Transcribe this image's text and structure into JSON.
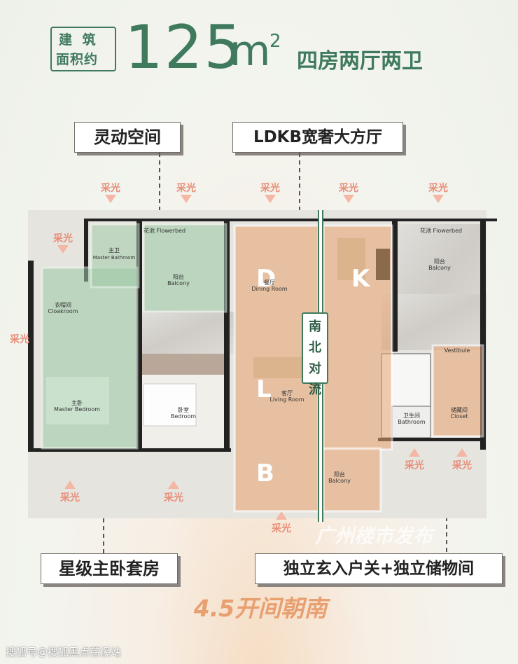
{
  "header": {
    "label_line1": "建 筑",
    "label_line2": "面积约",
    "area": "125",
    "unit": "m",
    "unit_sup": "2",
    "layout": "四房两厅两卫"
  },
  "callouts": {
    "flexible_space": "灵动空间",
    "ldkb": "LDKB宽奢大方厅",
    "master_suite": "星级主卧套房",
    "entrance": "独立玄入户关+独立储物间",
    "crossflow": "南北对流"
  },
  "light_label": "采光",
  "zones": {
    "d": "D",
    "k": "K",
    "l": "L",
    "b": "B"
  },
  "rooms": {
    "master_bath_cn": "主卫",
    "master_bath_en": "Master Bathroom",
    "balcony1_cn": "花池 Flowerbed",
    "balcony1_sub_cn": "阳台",
    "balcony1_en": "Balcony",
    "dining_cn": "餐厅",
    "dining_en": "Dining Room",
    "flowerbed2": "花池 Flowerbed",
    "balcony2_cn": "阳台",
    "balcony2_en": "Balcony",
    "cloakroom_cn": "衣帽间",
    "cloakroom_en": "Cloakroom",
    "master_bed_cn": "主卧",
    "master_bed_en": "Master Bedroom",
    "bedroom_cn": "卧室",
    "bedroom_en": "Bedroom",
    "living_cn": "客厅",
    "living_en": "Living Room",
    "vestibule": "Vestibule",
    "bath_cn": "卫生间",
    "bath_en": "Bathroom",
    "closet_cn": "储藏间",
    "closet_en": "Closet",
    "balcony3_cn": "阳台",
    "balcony3_en": "Balcony"
  },
  "bottom_title": "4.5开间朝南",
  "plan_watermark": "广州楼市发布",
  "watermark": "搜狐号@搜狐黑点慈溪站",
  "colors": {
    "green": "#3f7a5c",
    "orange": "#e88f7a",
    "peach": "#f0c49a"
  }
}
